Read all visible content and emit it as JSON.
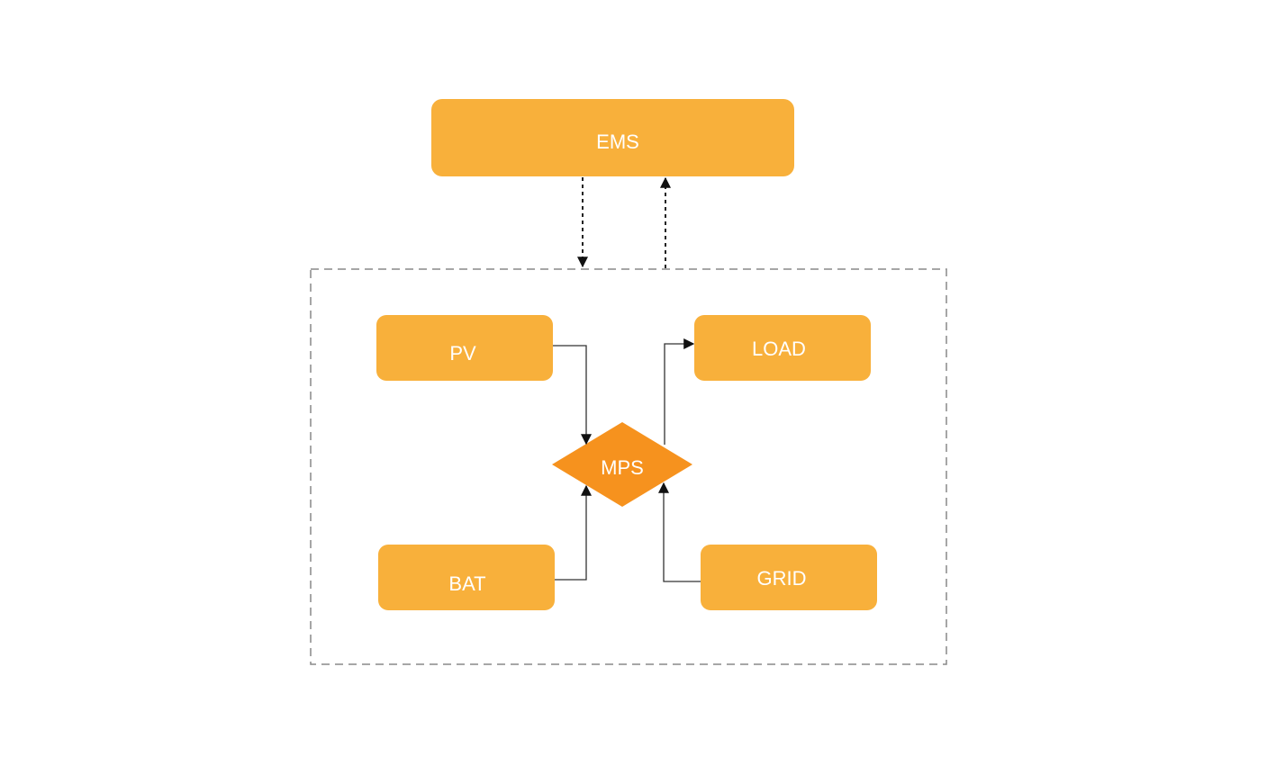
{
  "colors": {
    "box": "#F8B03B",
    "diamond": "#F6921E",
    "text": "#FFFFFF",
    "line": "#333333",
    "frame": "#888888"
  },
  "nodes": {
    "ems": "EMS",
    "pv": "PV",
    "load": "LOAD",
    "mps": "MPS",
    "bat": "BAT",
    "grid": "GRID"
  }
}
